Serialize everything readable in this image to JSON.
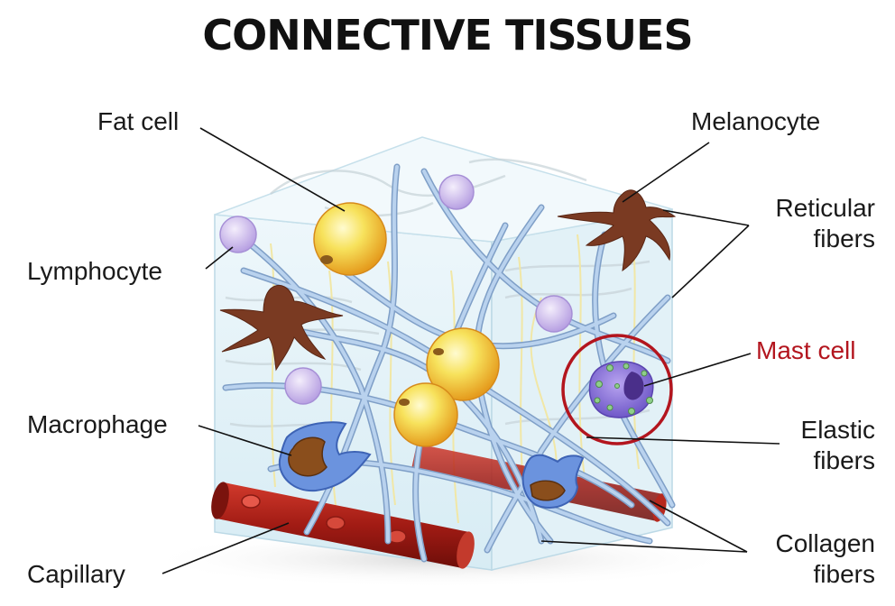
{
  "title": "CONNECTIVE TISSUES",
  "labels": {
    "fat_cell": "Fat cell",
    "melanocyte": "Melanocyte",
    "reticular_1": "Reticular",
    "reticular_2": "fibers",
    "lymphocyte": "Lymphocyte",
    "mast_cell": "Mast cell",
    "macrophage": "Macrophage",
    "elastic_1": "Elastic",
    "elastic_2": "fibers",
    "capillary": "Capillary",
    "collagen_1": "Collagen",
    "collagen_2": "fibers"
  },
  "colors": {
    "highlight": "#b3151e",
    "collagen": "#9fbfe0",
    "melanocyte": "#7a3a22",
    "capillary": "#b0231a",
    "fat_cell": "#f2c82e",
    "lymphocyte": "#c9b6ea"
  }
}
